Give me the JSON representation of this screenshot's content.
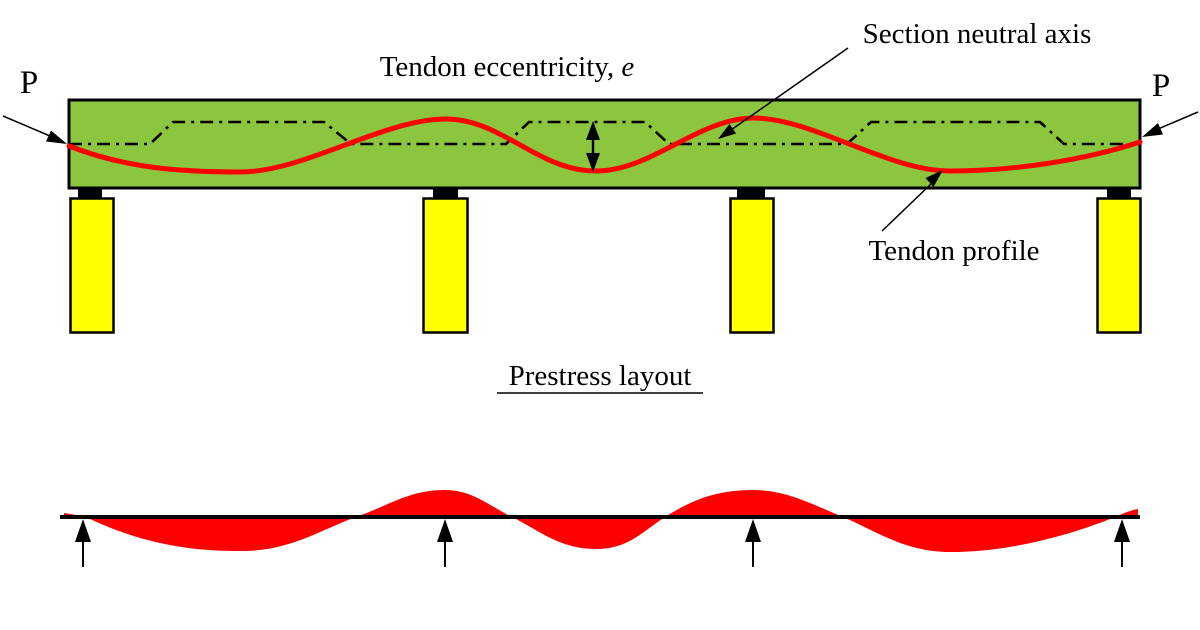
{
  "figure": {
    "load_label_left": "P",
    "load_label_right": "P",
    "eccentricity_label_prefix": "Tendon eccentricity, ",
    "eccentricity_symbol": "e",
    "neutral_axis_label": "Section neutral axis",
    "tendon_profile_label": "Tendon profile",
    "caption": "Prestress layout"
  },
  "structure": {
    "support_count": 4,
    "span_count": 3
  },
  "colors": {
    "beam": "#8CC63E",
    "column": "#FFFF00",
    "tendon": "#FF0000",
    "moment": "#FF0000",
    "ink": "#000000",
    "background": "#FFFFFF"
  }
}
